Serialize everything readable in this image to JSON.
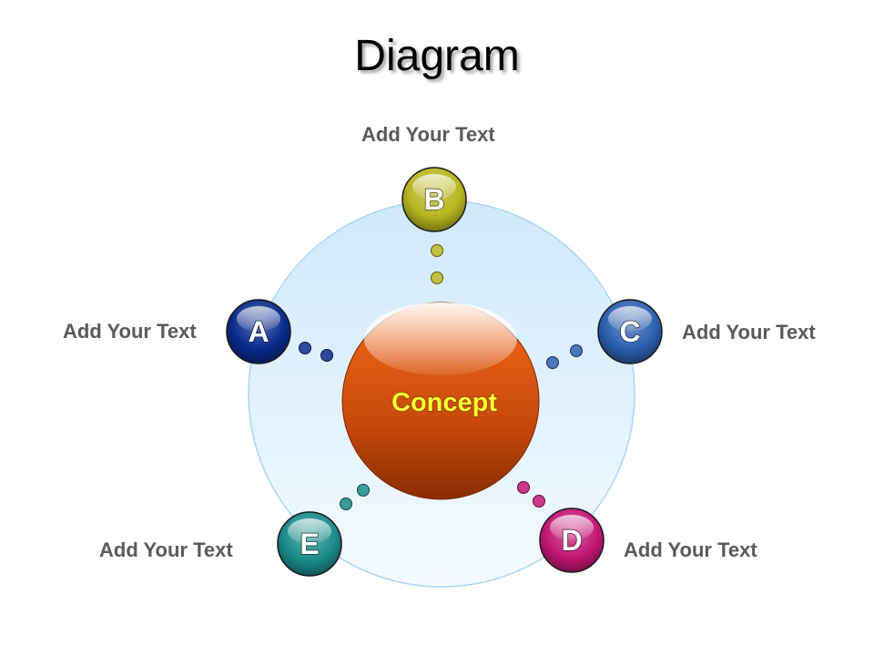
{
  "title": "Diagram",
  "center": {
    "label": "Concept",
    "color": "#e2560f",
    "text_color": "#ffff33"
  },
  "nodes": [
    {
      "letter": "A",
      "text": "Add Your Text",
      "color": "#0a2a8a"
    },
    {
      "letter": "B",
      "text": "Add Your Text",
      "color": "#b7b520"
    },
    {
      "letter": "C",
      "text": "Add Your Text",
      "color": "#2c5fae"
    },
    {
      "letter": "D",
      "text": "Add Your Text",
      "color": "#c21774"
    },
    {
      "letter": "E",
      "text": "Add Your Text",
      "color": "#1a8a8a"
    }
  ],
  "ring_color": "#d6ecfb"
}
